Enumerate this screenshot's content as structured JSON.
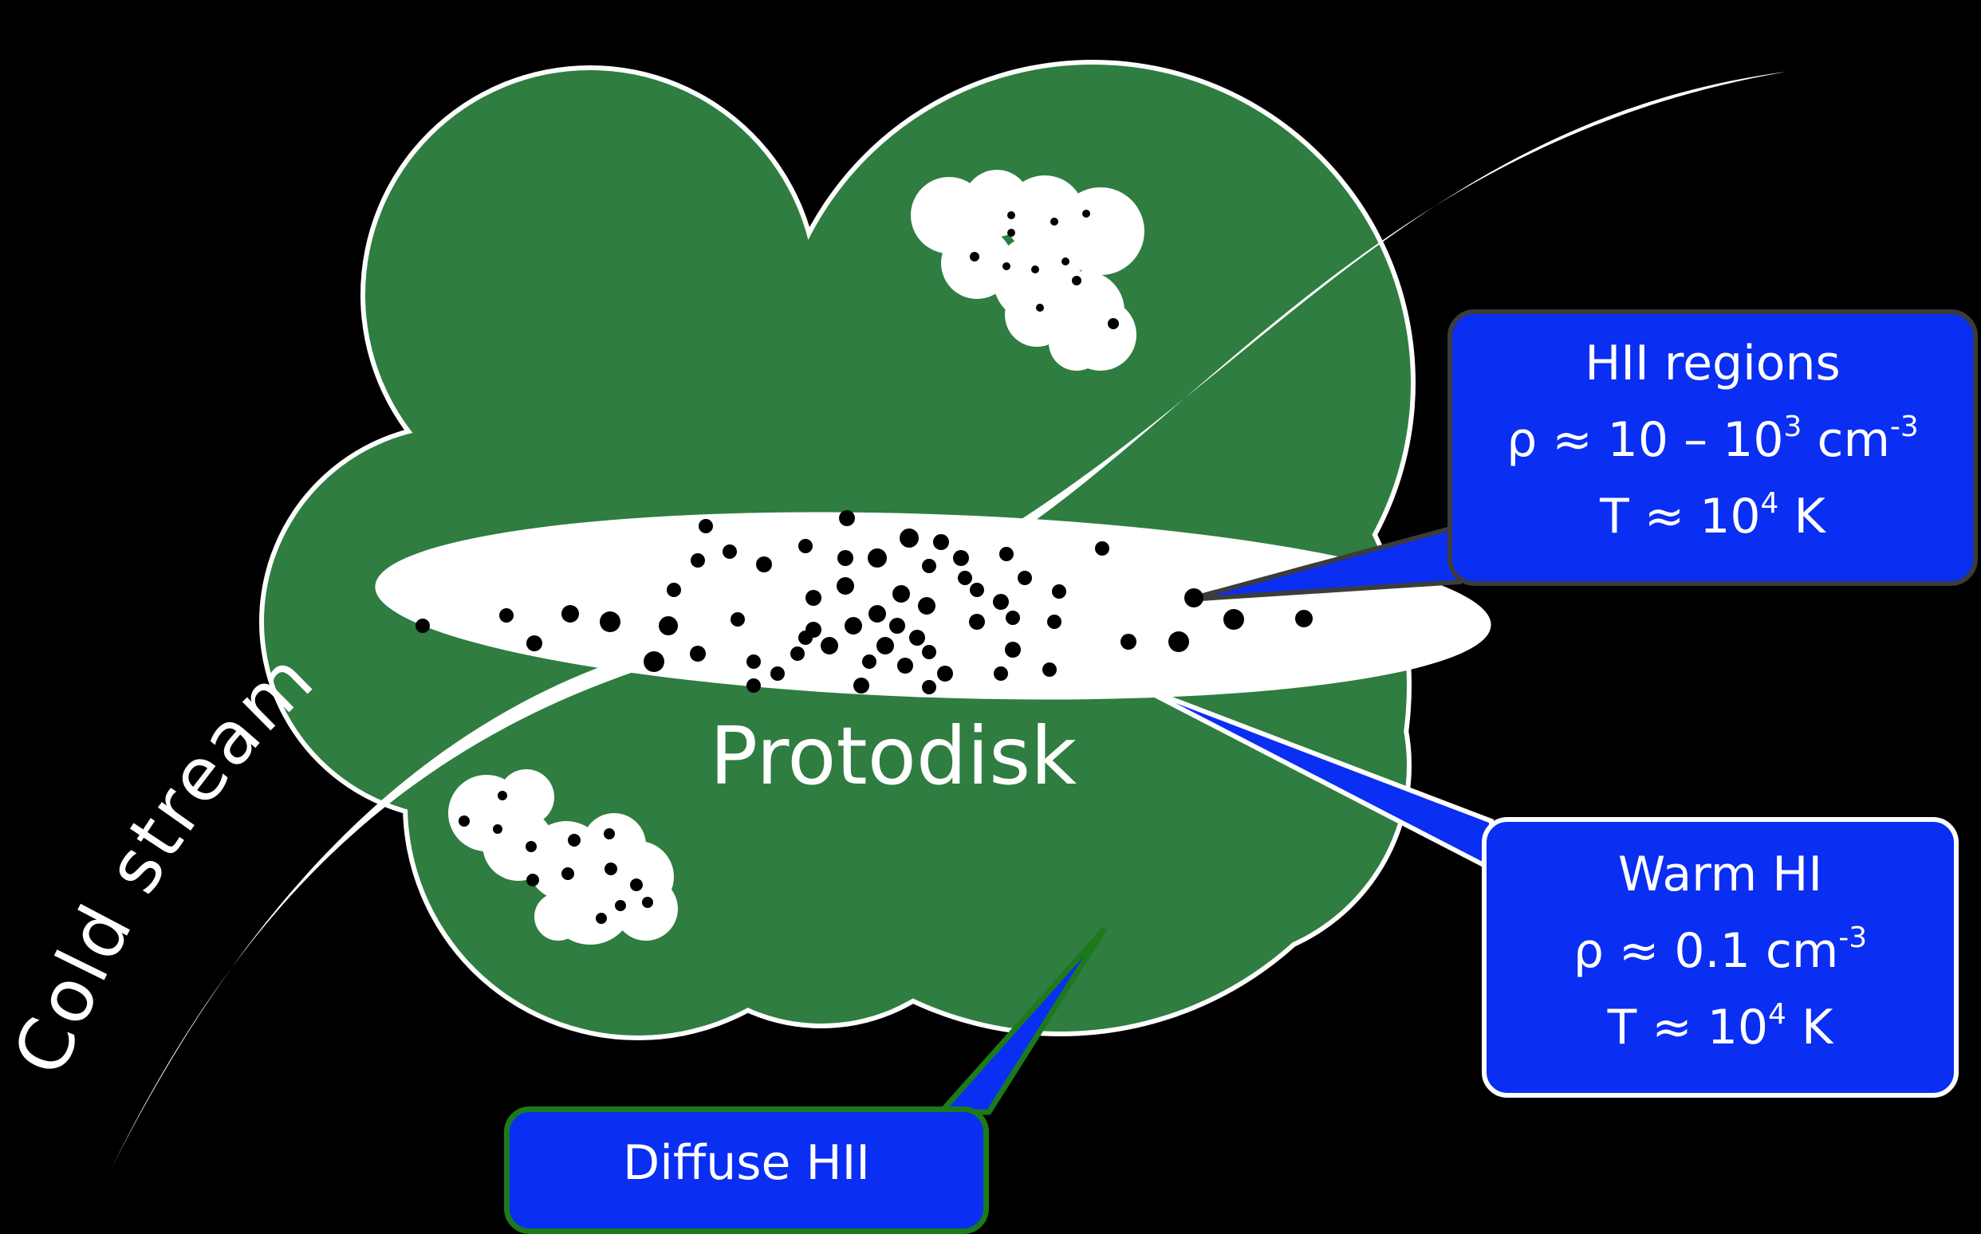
{
  "labels": {
    "cold_stream": "Cold stream",
    "protodisk": "Protodisk"
  },
  "callouts": {
    "hii_regions": {
      "title": "HII regions",
      "density_prefix": "ρ ≈ 10 – 10",
      "density_exp": "3",
      "density_unit": " cm",
      "density_unit_exp": "-3",
      "temp_prefix": "T ≈ 10",
      "temp_exp": "4",
      "temp_unit": " K"
    },
    "warm_hi": {
      "title": "Warm HI",
      "density_prefix": "ρ ≈ 0.1 cm",
      "density_exp": "-3",
      "temp_prefix": "T ≈ 10",
      "temp_exp": "4",
      "temp_unit": " K"
    },
    "diffuse_hii": {
      "title": "Diffuse HII"
    }
  },
  "colors": {
    "background": "#000000",
    "halo_green": "#2f7d40",
    "callout_blue": "#0a2ef2",
    "outline_white": "#ffffff",
    "diffuse_border": "#1c7a1c",
    "hii_border": "#3c3c3c"
  }
}
